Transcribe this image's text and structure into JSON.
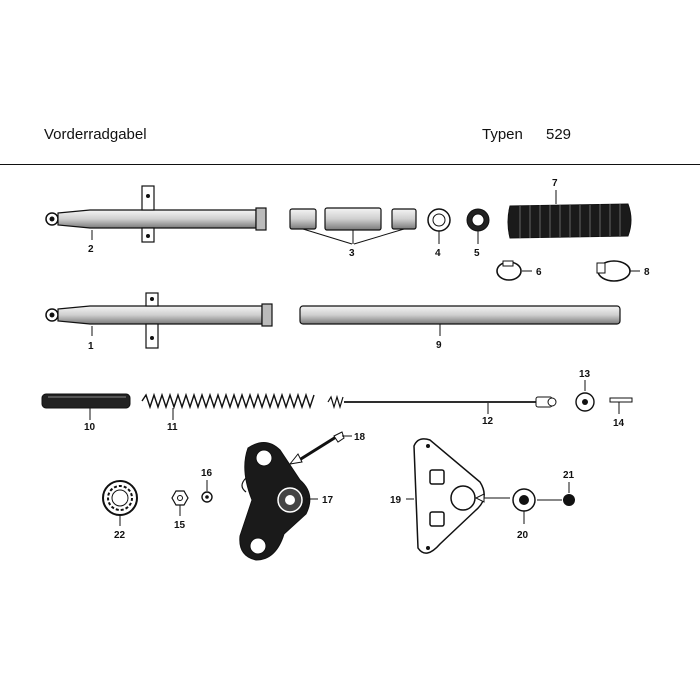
{
  "header": {
    "title": "Vorderradgabel",
    "type_label": "Typen",
    "type_number": "529"
  },
  "callouts": [
    "1",
    "2",
    "3",
    "4",
    "5",
    "6",
    "7",
    "8",
    "9",
    "10",
    "11",
    "12",
    "13",
    "14",
    "15",
    "16",
    "17",
    "18",
    "19",
    "20",
    "21",
    "22"
  ],
  "colors": {
    "ink": "#111111",
    "paper": "#ffffff",
    "metal": "#d9d9d9"
  }
}
